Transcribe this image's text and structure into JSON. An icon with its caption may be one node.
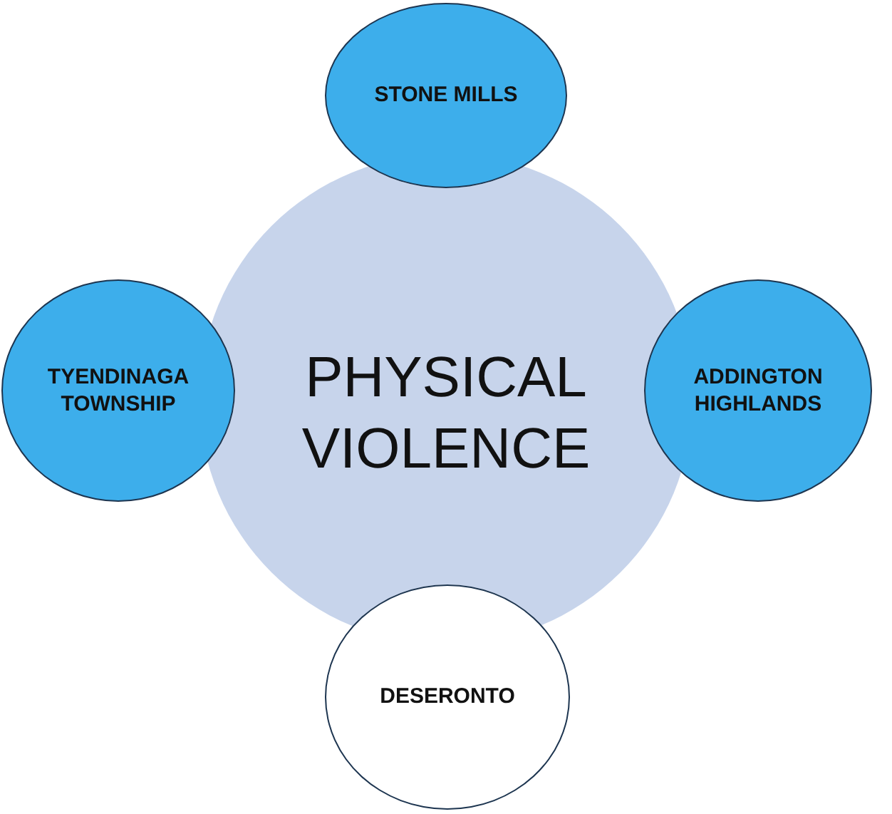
{
  "diagram": {
    "nodes": [
      {
        "text": [
          "STONE MILLS"
        ]
      },
      {
        "text": [
          "TYENDINAGA TOWNSHIP"
        ]
      },
      {
        "text": [
          "PHYSICAL VIOLENCE"
        ]
      },
      {
        "text": [
          "ADDINGTON HIGHLANDS"
        ]
      },
      {
        "text": [
          "DESERONTO"
        ]
      }
    ]
  }
}
